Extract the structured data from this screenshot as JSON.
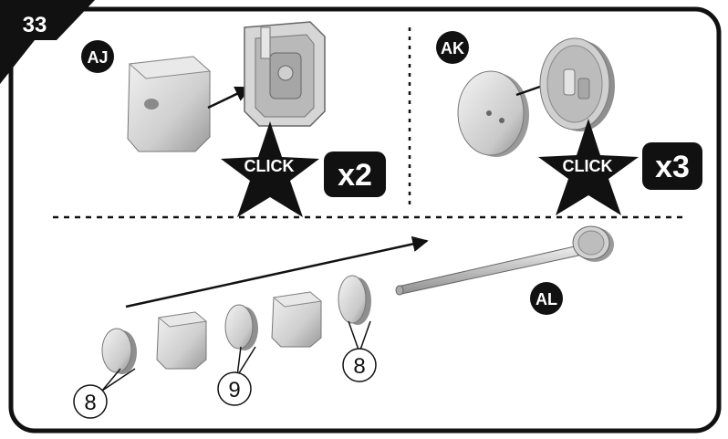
{
  "step": {
    "number": "33"
  },
  "panels": {
    "aj": {
      "badge": "AJ",
      "click_label": "CLICK",
      "multiplier": "x2"
    },
    "ak": {
      "badge": "AK",
      "click_label": "CLICK",
      "multiplier": "x3"
    },
    "al": {
      "badge": "AL",
      "callouts": [
        "8",
        "9",
        "8"
      ]
    }
  },
  "colors": {
    "frame": "#111111",
    "part_fill": "#d4d4d4",
    "part_shade": "#9a9a9a",
    "badge_fill": "#111111",
    "badge_text": "#ffffff"
  },
  "icons": {
    "click_burst": "star-burst-icon",
    "assembly_arrow": "arrow-right-icon"
  }
}
